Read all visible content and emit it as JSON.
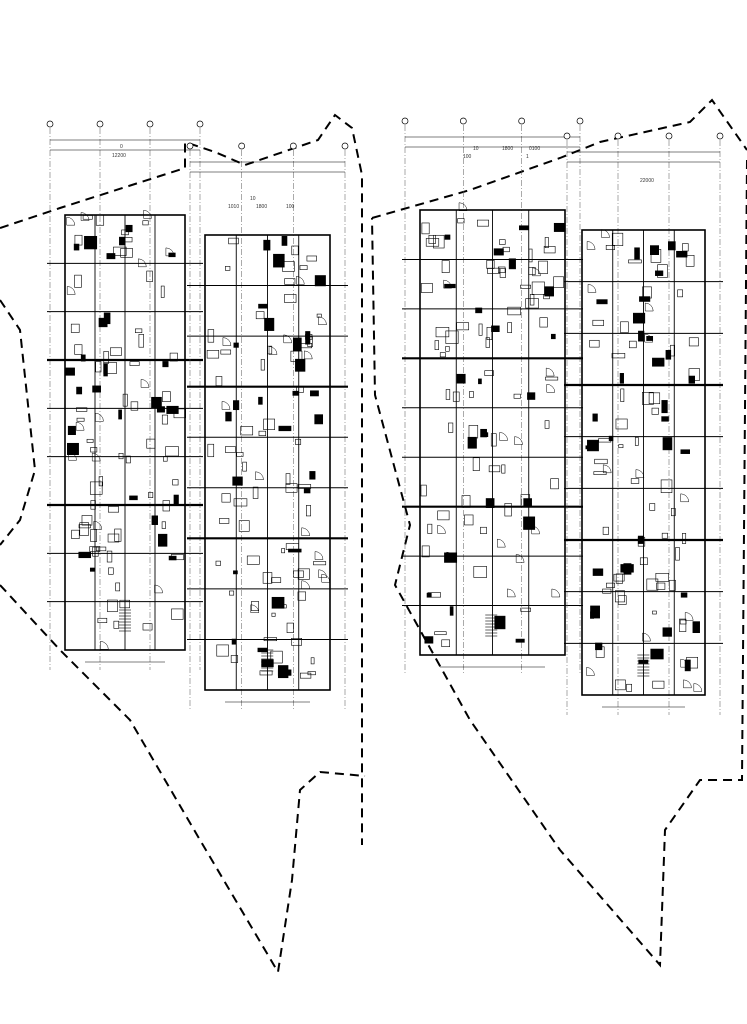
{
  "drawing": {
    "buildings": [
      {
        "id": "A",
        "dims_top": [
          "0",
          "12200"
        ]
      },
      {
        "id": "B",
        "dims_top": [
          "10",
          "1010",
          "1800",
          "100"
        ]
      },
      {
        "id": "C",
        "dims_top": [
          "10",
          "1800",
          "0100",
          "100",
          "1"
        ]
      },
      {
        "id": "D",
        "dims_top": [
          "22000"
        ]
      }
    ]
  },
  "colors": {
    "line": "#000000",
    "grid": "#555555",
    "background": "#ffffff"
  }
}
